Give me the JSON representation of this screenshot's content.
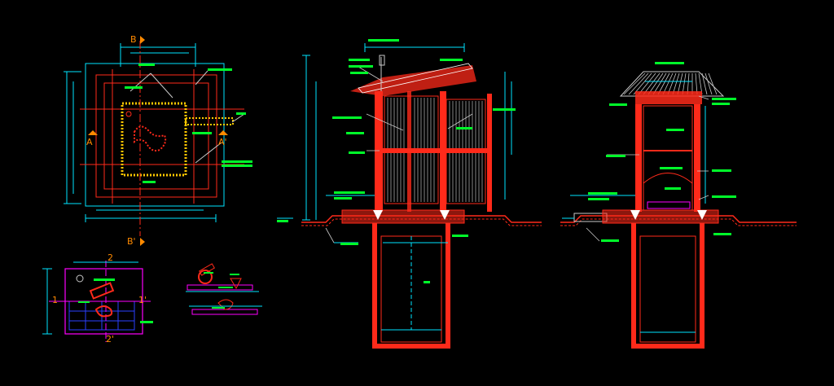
{
  "drawing": {
    "background": "#000000",
    "colors": {
      "cyan": "#00e5ff",
      "red": "#ff2a1a",
      "green": "#00ff2a",
      "orange": "#ff8a00",
      "white": "#ffffff",
      "magenta": "#ff00ff",
      "blue": "#2a40ff",
      "grey": "#c8c8c8"
    },
    "section_markers": {
      "plan_b_top": "B",
      "plan_b_bottom": "B'",
      "plan_a_left": "A",
      "plan_a_right": "A'",
      "small_1": "1",
      "small_1p": "1'",
      "small_2": "2",
      "small_2p": "2'"
    },
    "views": [
      "plan-view",
      "small-plan-view",
      "detail-view",
      "elevation-section-a",
      "elevation-section-b"
    ]
  }
}
